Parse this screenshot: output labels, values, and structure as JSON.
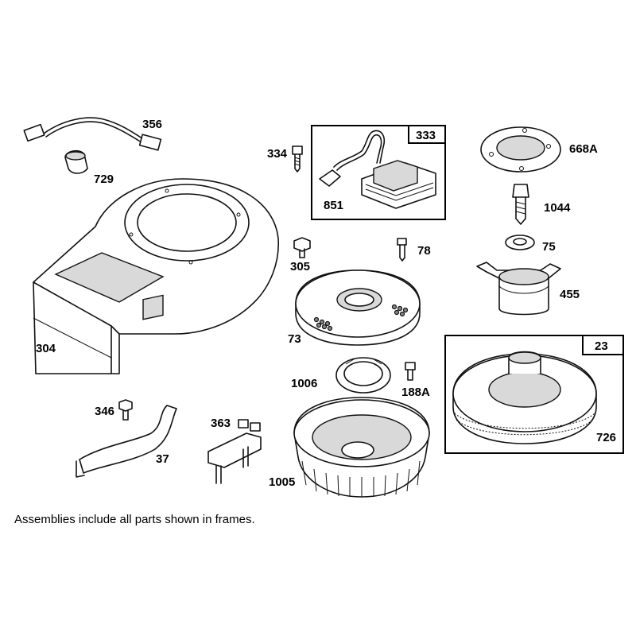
{
  "note": "Assemblies include all parts shown in frames.",
  "labels": {
    "p356": "356",
    "p729": "729",
    "p334": "334",
    "p333": "333",
    "p851": "851",
    "p668A": "668A",
    "p1044": "1044",
    "p75": "75",
    "p455": "455",
    "p305": "305",
    "p78": "78",
    "p73": "73",
    "p304": "304",
    "p23": "23",
    "p1006": "1006",
    "p188A": "188A",
    "p726": "726",
    "p346": "346",
    "p363": "363",
    "p37": "37",
    "p1005": "1005"
  }
}
